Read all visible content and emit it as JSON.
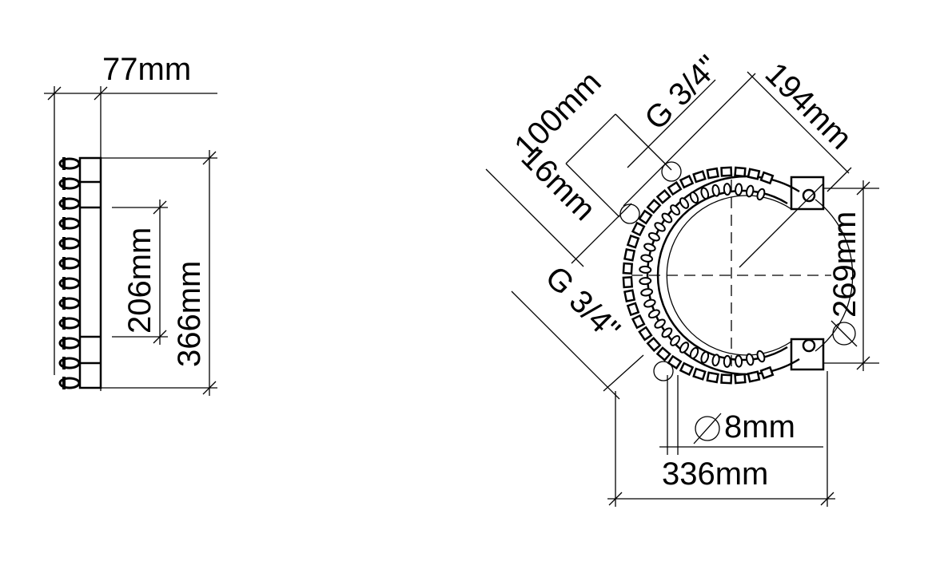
{
  "side_view": {
    "width_label": "77mm",
    "height_outer_label": "366mm",
    "height_inner_label": "206mm"
  },
  "top_view": {
    "offset_label": "100mm",
    "thread_top_label": "G 3/4\"",
    "diagonal_label": "194mm",
    "gap_label": "16mm",
    "inner_diameter_label": "269mm",
    "thread_bottom_label": "G 3/4\"",
    "nozzle_diameter_label": "8mm",
    "outer_width_label": "336mm",
    "diameter_symbol": "⌀"
  },
  "nozzle_count": 30
}
